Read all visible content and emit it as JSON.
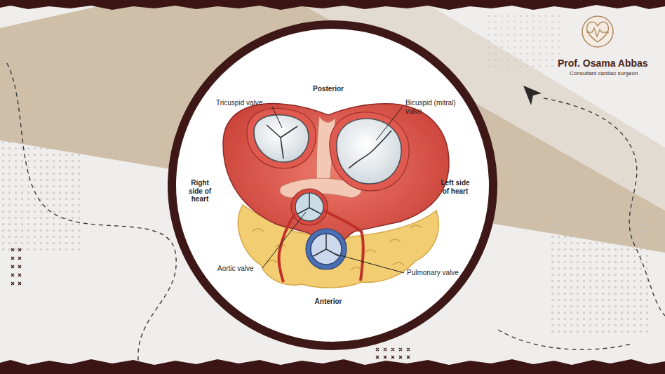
{
  "diagram": {
    "labels": [
      "Prof. Osama Abbas",
      "Consultant cardiac surgeon",
      "Posterior",
      "Tricuspid valve",
      "Bicuspid (mitral) valve",
      "Right side of heart",
      "Left side of heart",
      "Aortic valve",
      "Pulmonary valve",
      "Anterior"
    ]
  }
}
